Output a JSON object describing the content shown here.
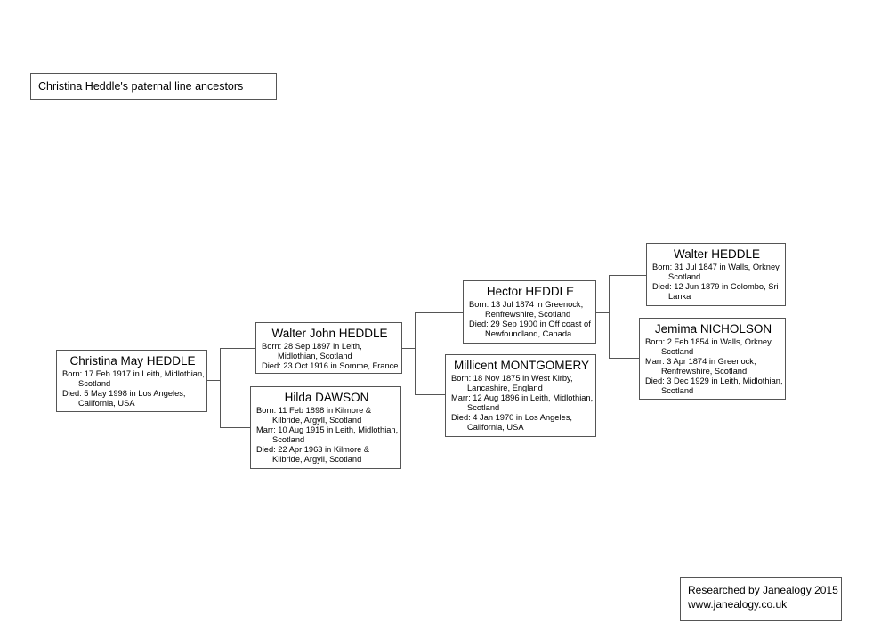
{
  "title": "Christina Heddle's paternal line ancestors",
  "credit": {
    "line1": "Researched by Janealogy 2015",
    "line2": "www.janealogy.co.uk"
  },
  "people": {
    "christina": {
      "name": "Christina May HEDDLE",
      "lines": [
        "Born: 17 Feb 1917 in Leith, Midlothian,",
        "Scotland",
        "Died: 5 May 1998 in Los Angeles,",
        "California, USA"
      ]
    },
    "walter_john": {
      "name": "Walter John HEDDLE",
      "lines": [
        "Born: 28 Sep 1897 in Leith,",
        "Midlothian, Scotland",
        "Died: 23 Oct 1916 in Somme, France"
      ]
    },
    "hilda": {
      "name": "Hilda DAWSON",
      "lines": [
        "Born: 11 Feb 1898 in Kilmore &",
        "Kilbride, Argyll, Scotland",
        "Marr: 10 Aug 1915 in Leith, Midlothian,",
        "Scotland",
        "Died: 22 Apr 1963 in Kilmore &",
        "Kilbride, Argyll, Scotland"
      ]
    },
    "hector": {
      "name": "Hector HEDDLE",
      "lines": [
        "Born: 13 Jul 1874 in Greenock,",
        "Renfrewshire, Scotland",
        "Died: 29 Sep 1900 in Off coast of",
        "Newfoundland, Canada"
      ]
    },
    "millicent": {
      "name": "Millicent MONTGOMERY",
      "lines": [
        "Born: 18 Nov 1875 in West Kirby,",
        "Lancashire, England",
        "Marr: 12 Aug 1896 in Leith, Midlothian,",
        "Scotland",
        "Died: 4 Jan 1970 in Los Angeles,",
        "California, USA"
      ]
    },
    "walter": {
      "name": "Walter HEDDLE",
      "lines": [
        "Born: 31 Jul 1847 in Walls, Orkney,",
        "Scotland",
        "Died: 12 Jun 1879 in Colombo, Sri",
        "Lanka"
      ]
    },
    "jemima": {
      "name": "Jemima NICHOLSON",
      "lines": [
        "Born: 2 Feb 1854 in Walls, Orkney,",
        "Scotland",
        "Marr: 3 Apr 1874 in Greenock,",
        "Renfrewshire, Scotland",
        "Died: 3 Dec 1929 in Leith, Midlothian,",
        "Scotland"
      ]
    }
  }
}
